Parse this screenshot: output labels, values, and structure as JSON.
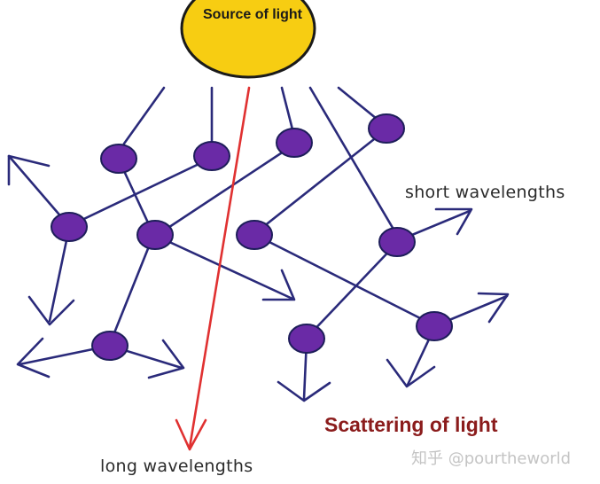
{
  "diagram": {
    "source_label": "Source of light",
    "short_label": "short wavelengths",
    "long_label": "long wavelengths",
    "title": "Scattering of light",
    "watermark": "知乎 @pourtheworld"
  },
  "colors": {
    "sun_fill": "#f7cd12",
    "sun_stroke": "#1a1a1a",
    "ray": "#2a2a7a",
    "particle": "#6a2aa6",
    "red_ray": "#e03131",
    "title": "#8b1c1c"
  }
}
